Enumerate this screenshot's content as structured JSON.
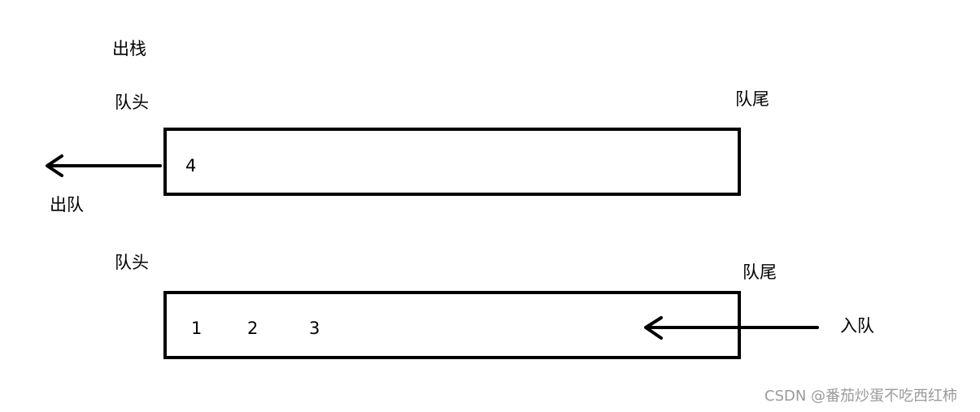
{
  "top_queue": {
    "stack_pop_label": "出栈",
    "head_label": "队头",
    "tail_label": "队尾",
    "dequeue_label": "出队",
    "items": [
      "4"
    ]
  },
  "bottom_queue": {
    "head_label": "队头",
    "tail_label": "队尾",
    "enqueue_label": "入队",
    "items": [
      "1",
      "2",
      "3"
    ]
  },
  "watermark": "CSDN @番茄炒蛋不吃西红柿"
}
